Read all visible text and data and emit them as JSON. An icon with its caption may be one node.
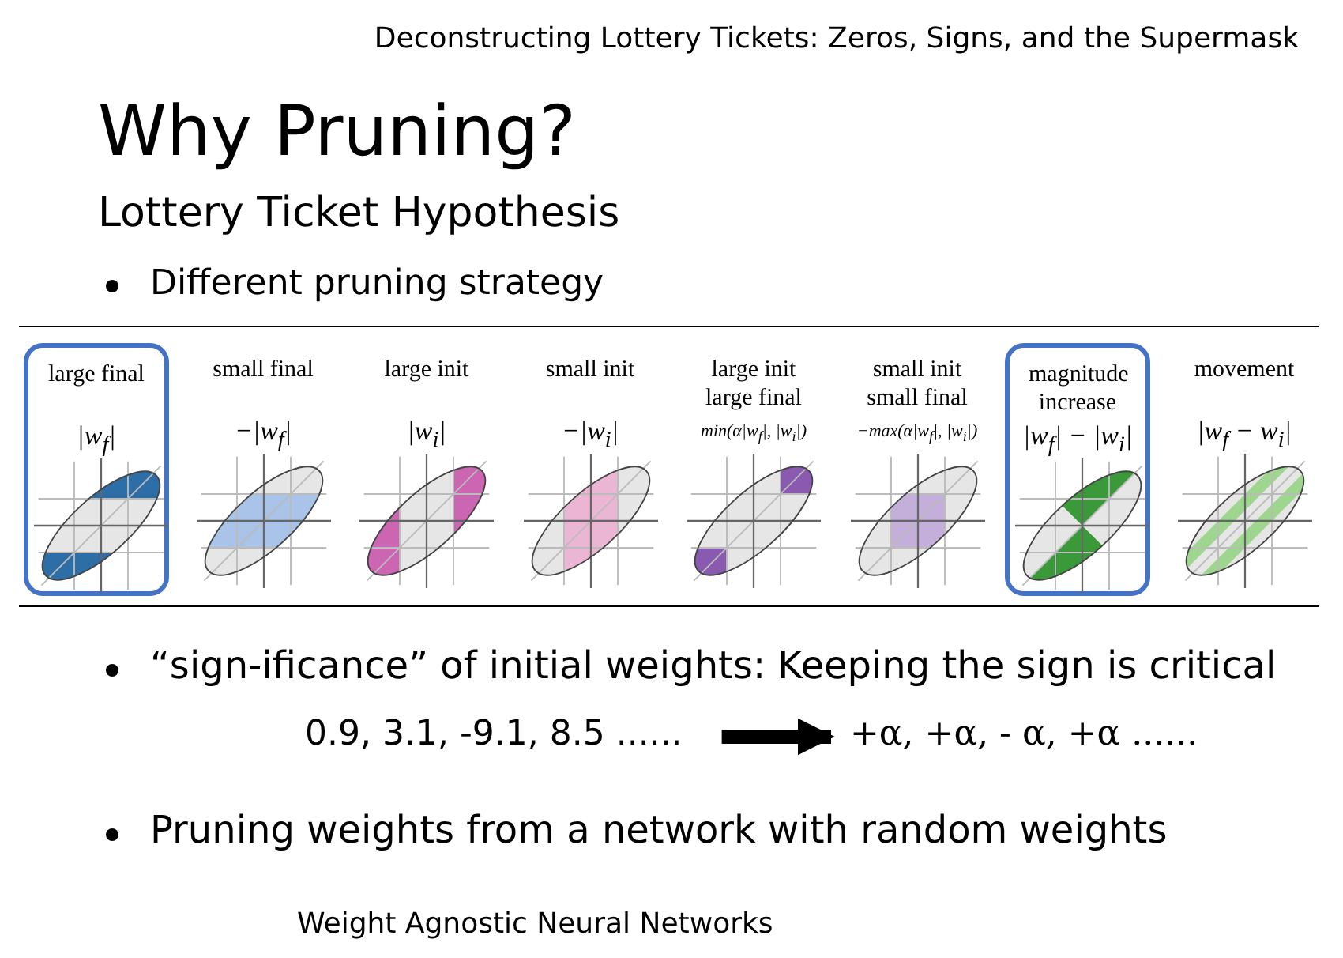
{
  "diagram": {
    "title": "Why Pruning?",
    "nodes": [
      {
        "text": [
          "large final",
          "|w$_{f}$|"
        ]
      },
      {
        "text": [
          "magnitude increase",
          "|w$_{f}$| − |w$_{i}$|"
        ]
      },
      {
        "text": [
          "0.9, 3.1, -9.1, 8.5 ......"
        ]
      },
      {
        "text": [
          "+α, +α, - α, +α ......"
        ]
      }
    ],
    "edges": [
      {
        "from": 2,
        "to": 3,
        "arrow": "to"
      }
    ],
    "labels": [
      "Deconstructing Lottery Tickets: Zeros, Signs, and the Supermask",
      "Lottery Ticket Hypothesis",
      "Different pruning strategy",
      "small final",
      "−|w$_{f}$|",
      "large init",
      "|w$_{i}$|",
      "small init",
      "−|w$_{i}$|",
      "large init large final",
      "min(α|w$_{f}$|, |w$_{i}$|)",
      "small init small final",
      "−max(α|w$_{f}$|, |w$_{i}$|)",
      "movement",
      "|w$_{f}$ − w$_{i}$|",
      "“sign-ificance” of initial weights: Keeping the sign is critical",
      "Pruning weights from a network with random weights",
      "Weight Agnostic Neural Networks"
    ]
  }
}
